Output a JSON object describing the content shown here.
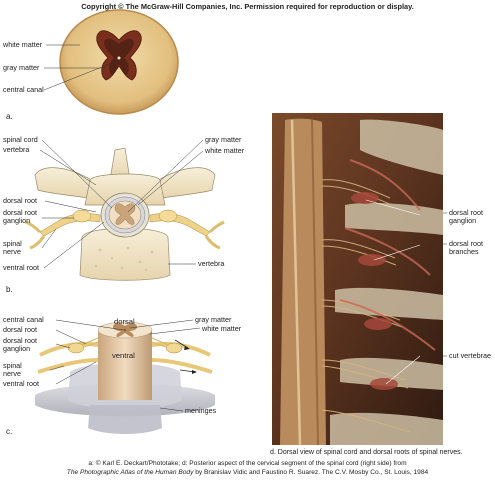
{
  "copyright": "Copyright © The McGraw-Hill Companies, Inc. Permission required for reproduction or display.",
  "panel_a": {
    "letter": "a.",
    "labels": {
      "white_matter": "white matter",
      "gray_matter": "gray matter",
      "central_canal": "central canal"
    }
  },
  "panel_b": {
    "letter": "b.",
    "labels": {
      "spinal_cord": "spinal cord",
      "vertebra_top": "vertebra",
      "dorsal_root": "dorsal root",
      "dorsal_root_ganglion": "dorsal root ganglion",
      "spinal_nerve": "spinal nerve",
      "ventral_root": "ventral root",
      "gray_matter": "gray matter",
      "white_matter": "white matter",
      "vertebra_right": "vertebra"
    }
  },
  "panel_c": {
    "letter": "c.",
    "labels": {
      "central_canal": "central canal",
      "dorsal_root": "dorsal root",
      "dorsal_root_ganglion": "dorsal root ganglion",
      "spinal_nerve": "spinal nerve",
      "ventral_root": "ventral root",
      "dorsal": "dorsal",
      "ventral": "ventral",
      "gray_matter": "gray matter",
      "white_matter": "white matter",
      "meninges": "meninges"
    }
  },
  "panel_d": {
    "caption": "d. Dorsal view of spinal cord and dorsal roots of spinal nerves.",
    "labels": {
      "dorsal_root_ganglion": "dorsal root ganglion",
      "dorsal_root_branches": "dorsal root branches",
      "cut_vertebrae": "cut vertebrae"
    }
  },
  "credits": {
    "line1": "a: © Karl E. Deckart/Phototake; d: Posterior aspect of the cervical segment of the spinal cord (right side) from",
    "line2_title": "The Photographic Atlas of the Human Body",
    "line2_rest": " by Branislav Vidic and Faustino R. Suarez. The C.V. Mosby Co., St. Louis, 1984"
  }
}
